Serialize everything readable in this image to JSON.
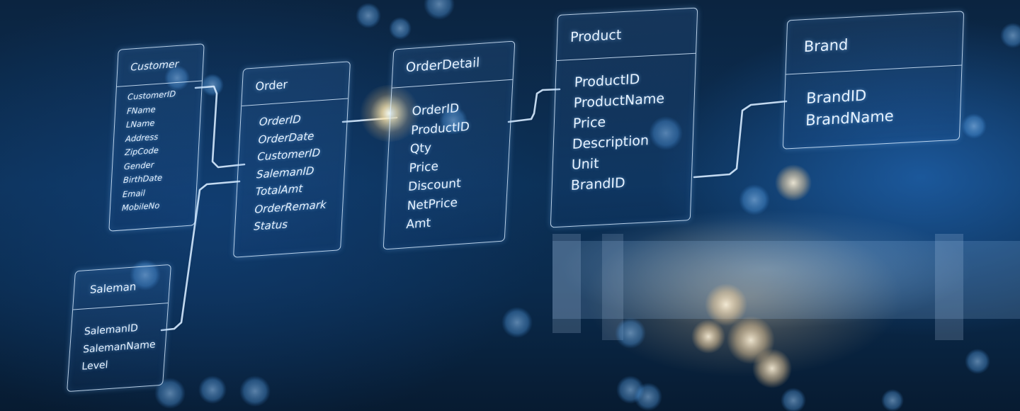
{
  "tables": {
    "customer": {
      "title": "Customer",
      "fields": [
        "CustomerID",
        "FName",
        "LName",
        "Address",
        "ZipCode",
        "Gender",
        "BirthDate",
        "Email",
        "MobileNo"
      ]
    },
    "order": {
      "title": "Order",
      "fields": [
        "OrderID",
        "OrderDate",
        "CustomerID",
        "SalemanID",
        "TotalAmt",
        "OrderRemark",
        "Status"
      ]
    },
    "orderdetail": {
      "title": "OrderDetail",
      "fields": [
        "OrderID",
        "ProductID",
        "Qty",
        "Price",
        "Discount",
        "NetPrice",
        "Amt"
      ]
    },
    "product": {
      "title": "Product",
      "fields": [
        "ProductID",
        "ProductName",
        "Price",
        "Description",
        "Unit",
        "BrandID"
      ]
    },
    "brand": {
      "title": "Brand",
      "fields": [
        "BrandID",
        "BrandName"
      ]
    },
    "saleman": {
      "title": "Saleman",
      "fields": [
        "SalemanID",
        "SalemanName",
        "Level"
      ]
    }
  },
  "colors": {
    "line": "#d7ebff",
    "glow": "#7ec0ff",
    "background": "#0c3158"
  }
}
